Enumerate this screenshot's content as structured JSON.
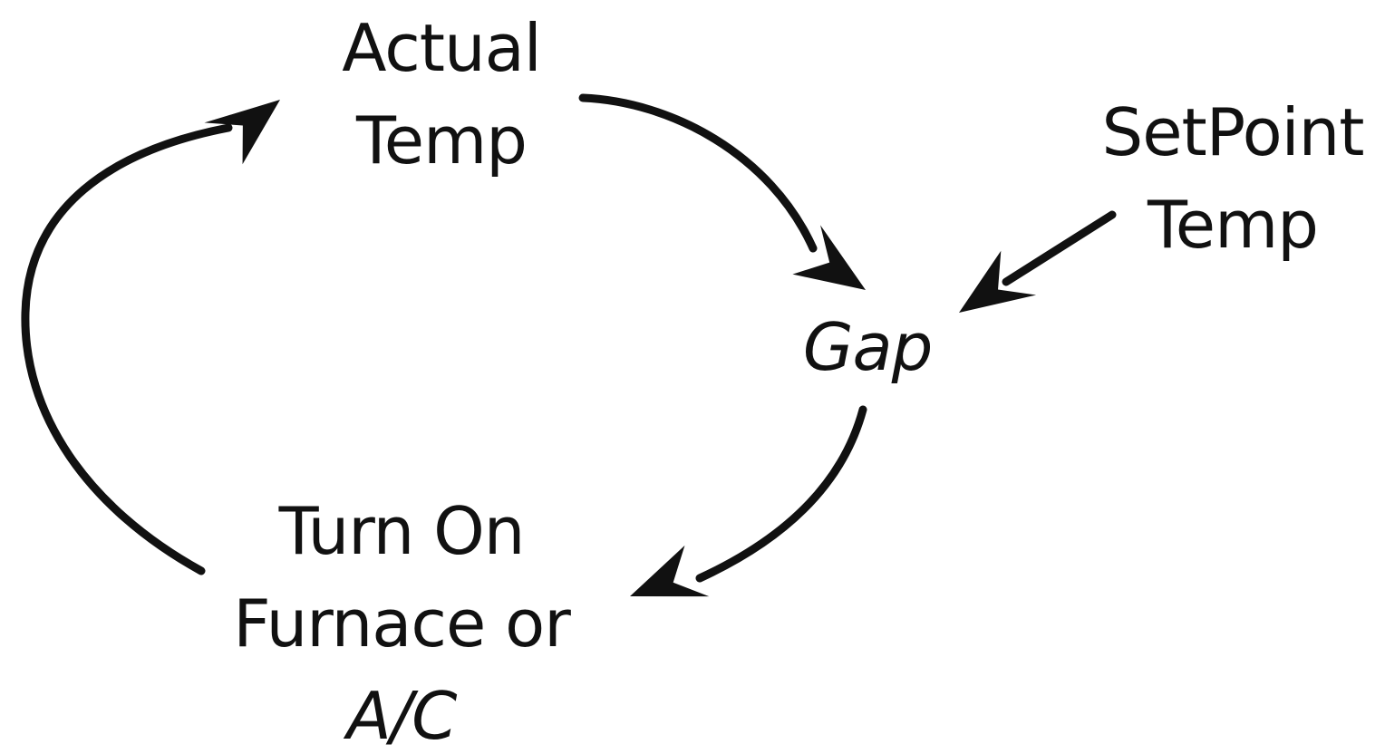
{
  "diagram": {
    "type": "causal-loop-feedback",
    "background_color": "#ffffff",
    "ink_color": "#111111",
    "nodes": {
      "actual_temp": {
        "lines": [
          "Actual",
          "Temp"
        ]
      },
      "setpoint_temp": {
        "lines": [
          "SetPoint",
          "Temp"
        ]
      },
      "gap": {
        "label": "Gap"
      },
      "turn_on": {
        "lines": [
          "Turn On",
          "Furnace or",
          "A/C"
        ]
      }
    },
    "edges": [
      {
        "from": "Actual Temp",
        "to": "Gap",
        "style": "curved-arrow"
      },
      {
        "from": "SetPoint Temp",
        "to": "Gap",
        "style": "straight-arrow"
      },
      {
        "from": "Gap",
        "to": "Turn On Furnace or A/C",
        "style": "curved-arrow"
      },
      {
        "from": "Turn On Furnace or A/C",
        "to": "Actual Temp",
        "style": "curved-arrow"
      }
    ]
  }
}
